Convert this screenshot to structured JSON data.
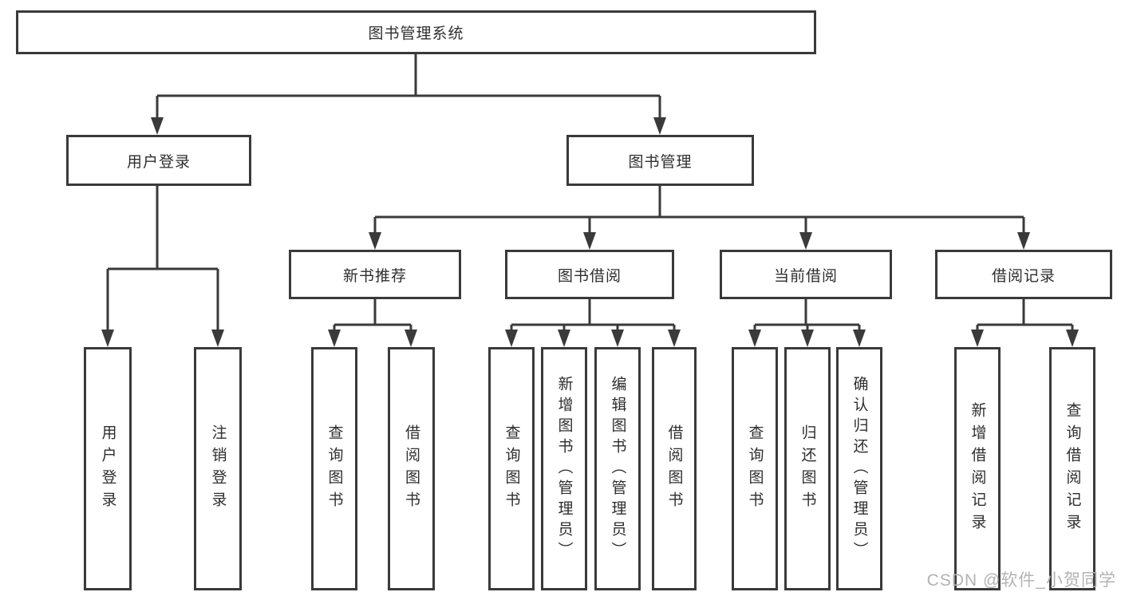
{
  "diagram": {
    "root": {
      "label": "图书管理系统"
    },
    "level2": [
      {
        "label": "用户登录"
      },
      {
        "label": "图书管理"
      }
    ],
    "level3": [
      {
        "label": "新书推荐"
      },
      {
        "label": "图书借阅"
      },
      {
        "label": "当前借阅"
      },
      {
        "label": "借阅记录"
      }
    ],
    "leaves": [
      {
        "label": "用户登录"
      },
      {
        "label": "注销登录"
      },
      {
        "label": "查询图书"
      },
      {
        "label": "借阅图书"
      },
      {
        "label": "查询图书"
      },
      {
        "label": "新增图书（管理员）"
      },
      {
        "label": "编辑图书（管理员）"
      },
      {
        "label": "借阅图书"
      },
      {
        "label": "查询图书"
      },
      {
        "label": "归还图书"
      },
      {
        "label": "确认归还（管理员）"
      },
      {
        "label": "新增借阅记录"
      },
      {
        "label": "查询借阅记录"
      }
    ]
  },
  "watermark": {
    "text": "CSDN @软件_小贺同学"
  },
  "colors": {
    "line": "#3a3a3a",
    "text": "#2e2e2e",
    "background": "#ffffff",
    "watermark": "#b3b3b3"
  }
}
